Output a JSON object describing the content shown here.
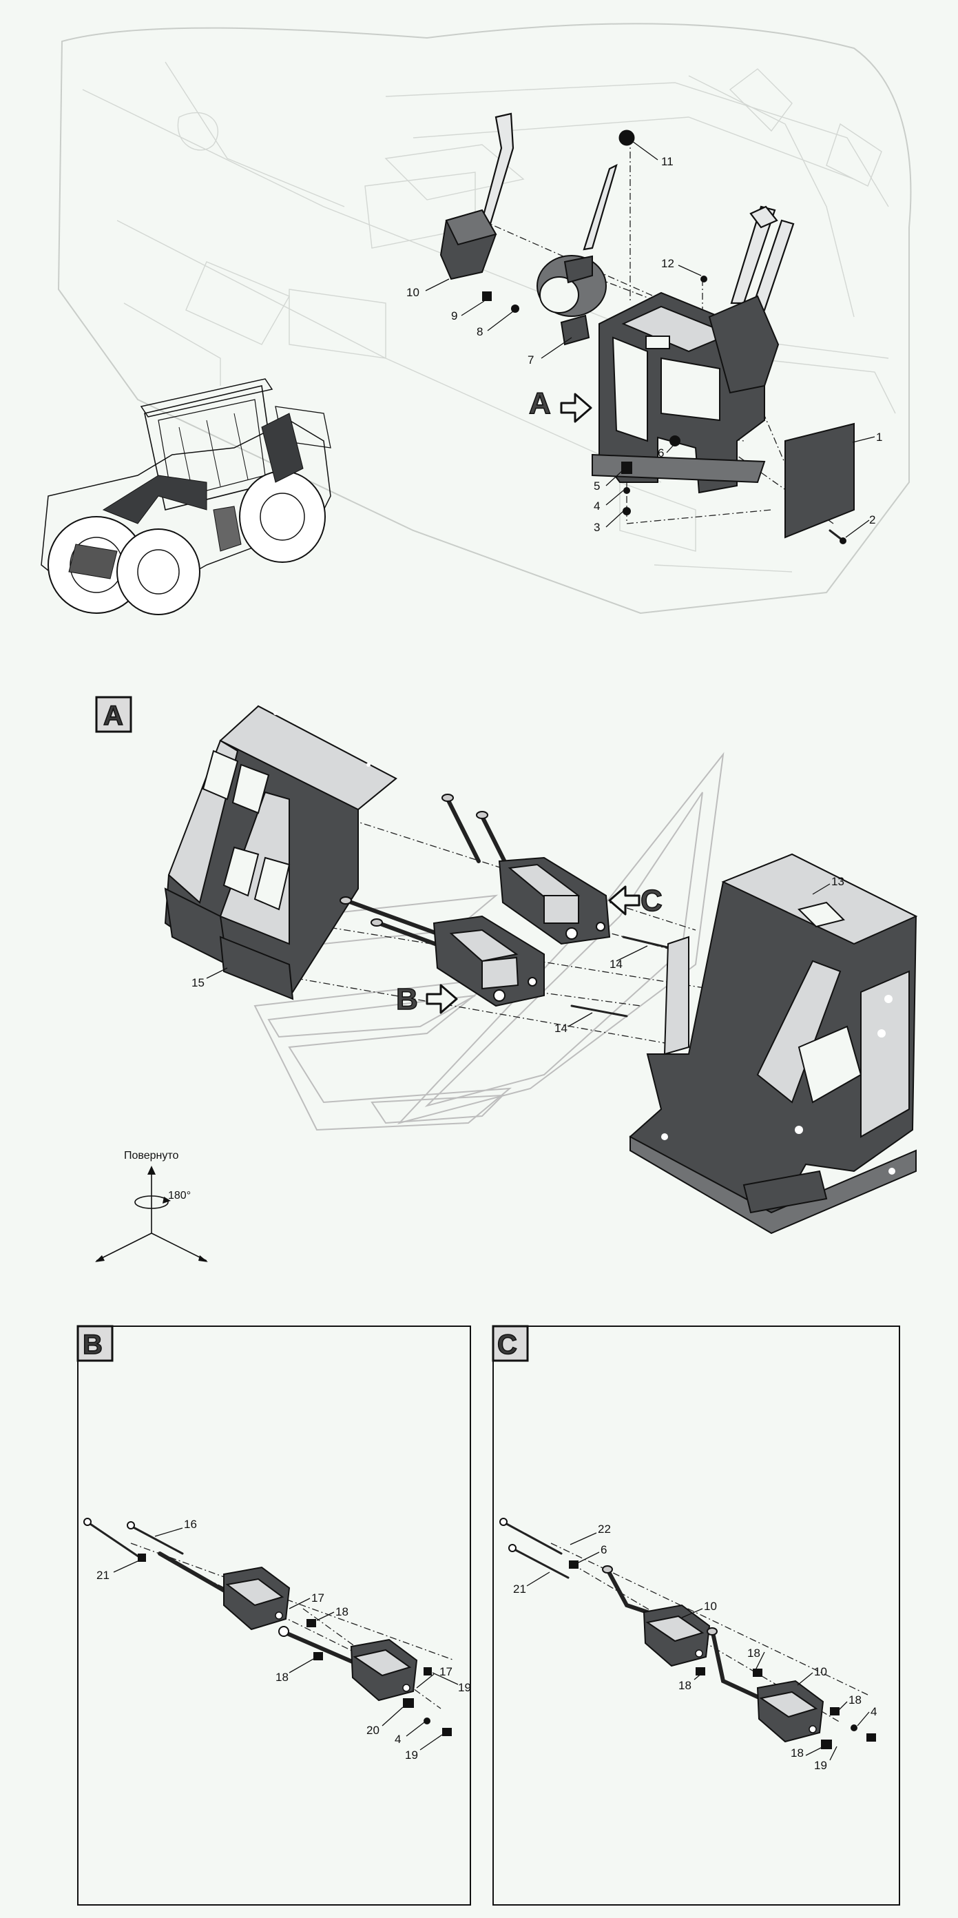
{
  "view_labels": {
    "a": "A",
    "b": "B",
    "c": "C"
  },
  "ref_arrows": {
    "a": "A",
    "b": "B",
    "c": "C"
  },
  "callouts_main": [
    "1",
    "2",
    "3",
    "4",
    "5",
    "6",
    "7",
    "8",
    "9",
    "10",
    "11",
    "12"
  ],
  "callouts_a": [
    "13",
    "14",
    "14",
    "15"
  ],
  "callouts_b": [
    "16",
    "21",
    "17",
    "18",
    "18",
    "17",
    "19",
    "20",
    "4",
    "19"
  ],
  "callouts_c": [
    "22",
    "6",
    "21",
    "10",
    "18",
    "18",
    "10",
    "18",
    "4",
    "18",
    "19"
  ],
  "rotation": {
    "label": "Повернуто",
    "angle": "180°"
  }
}
